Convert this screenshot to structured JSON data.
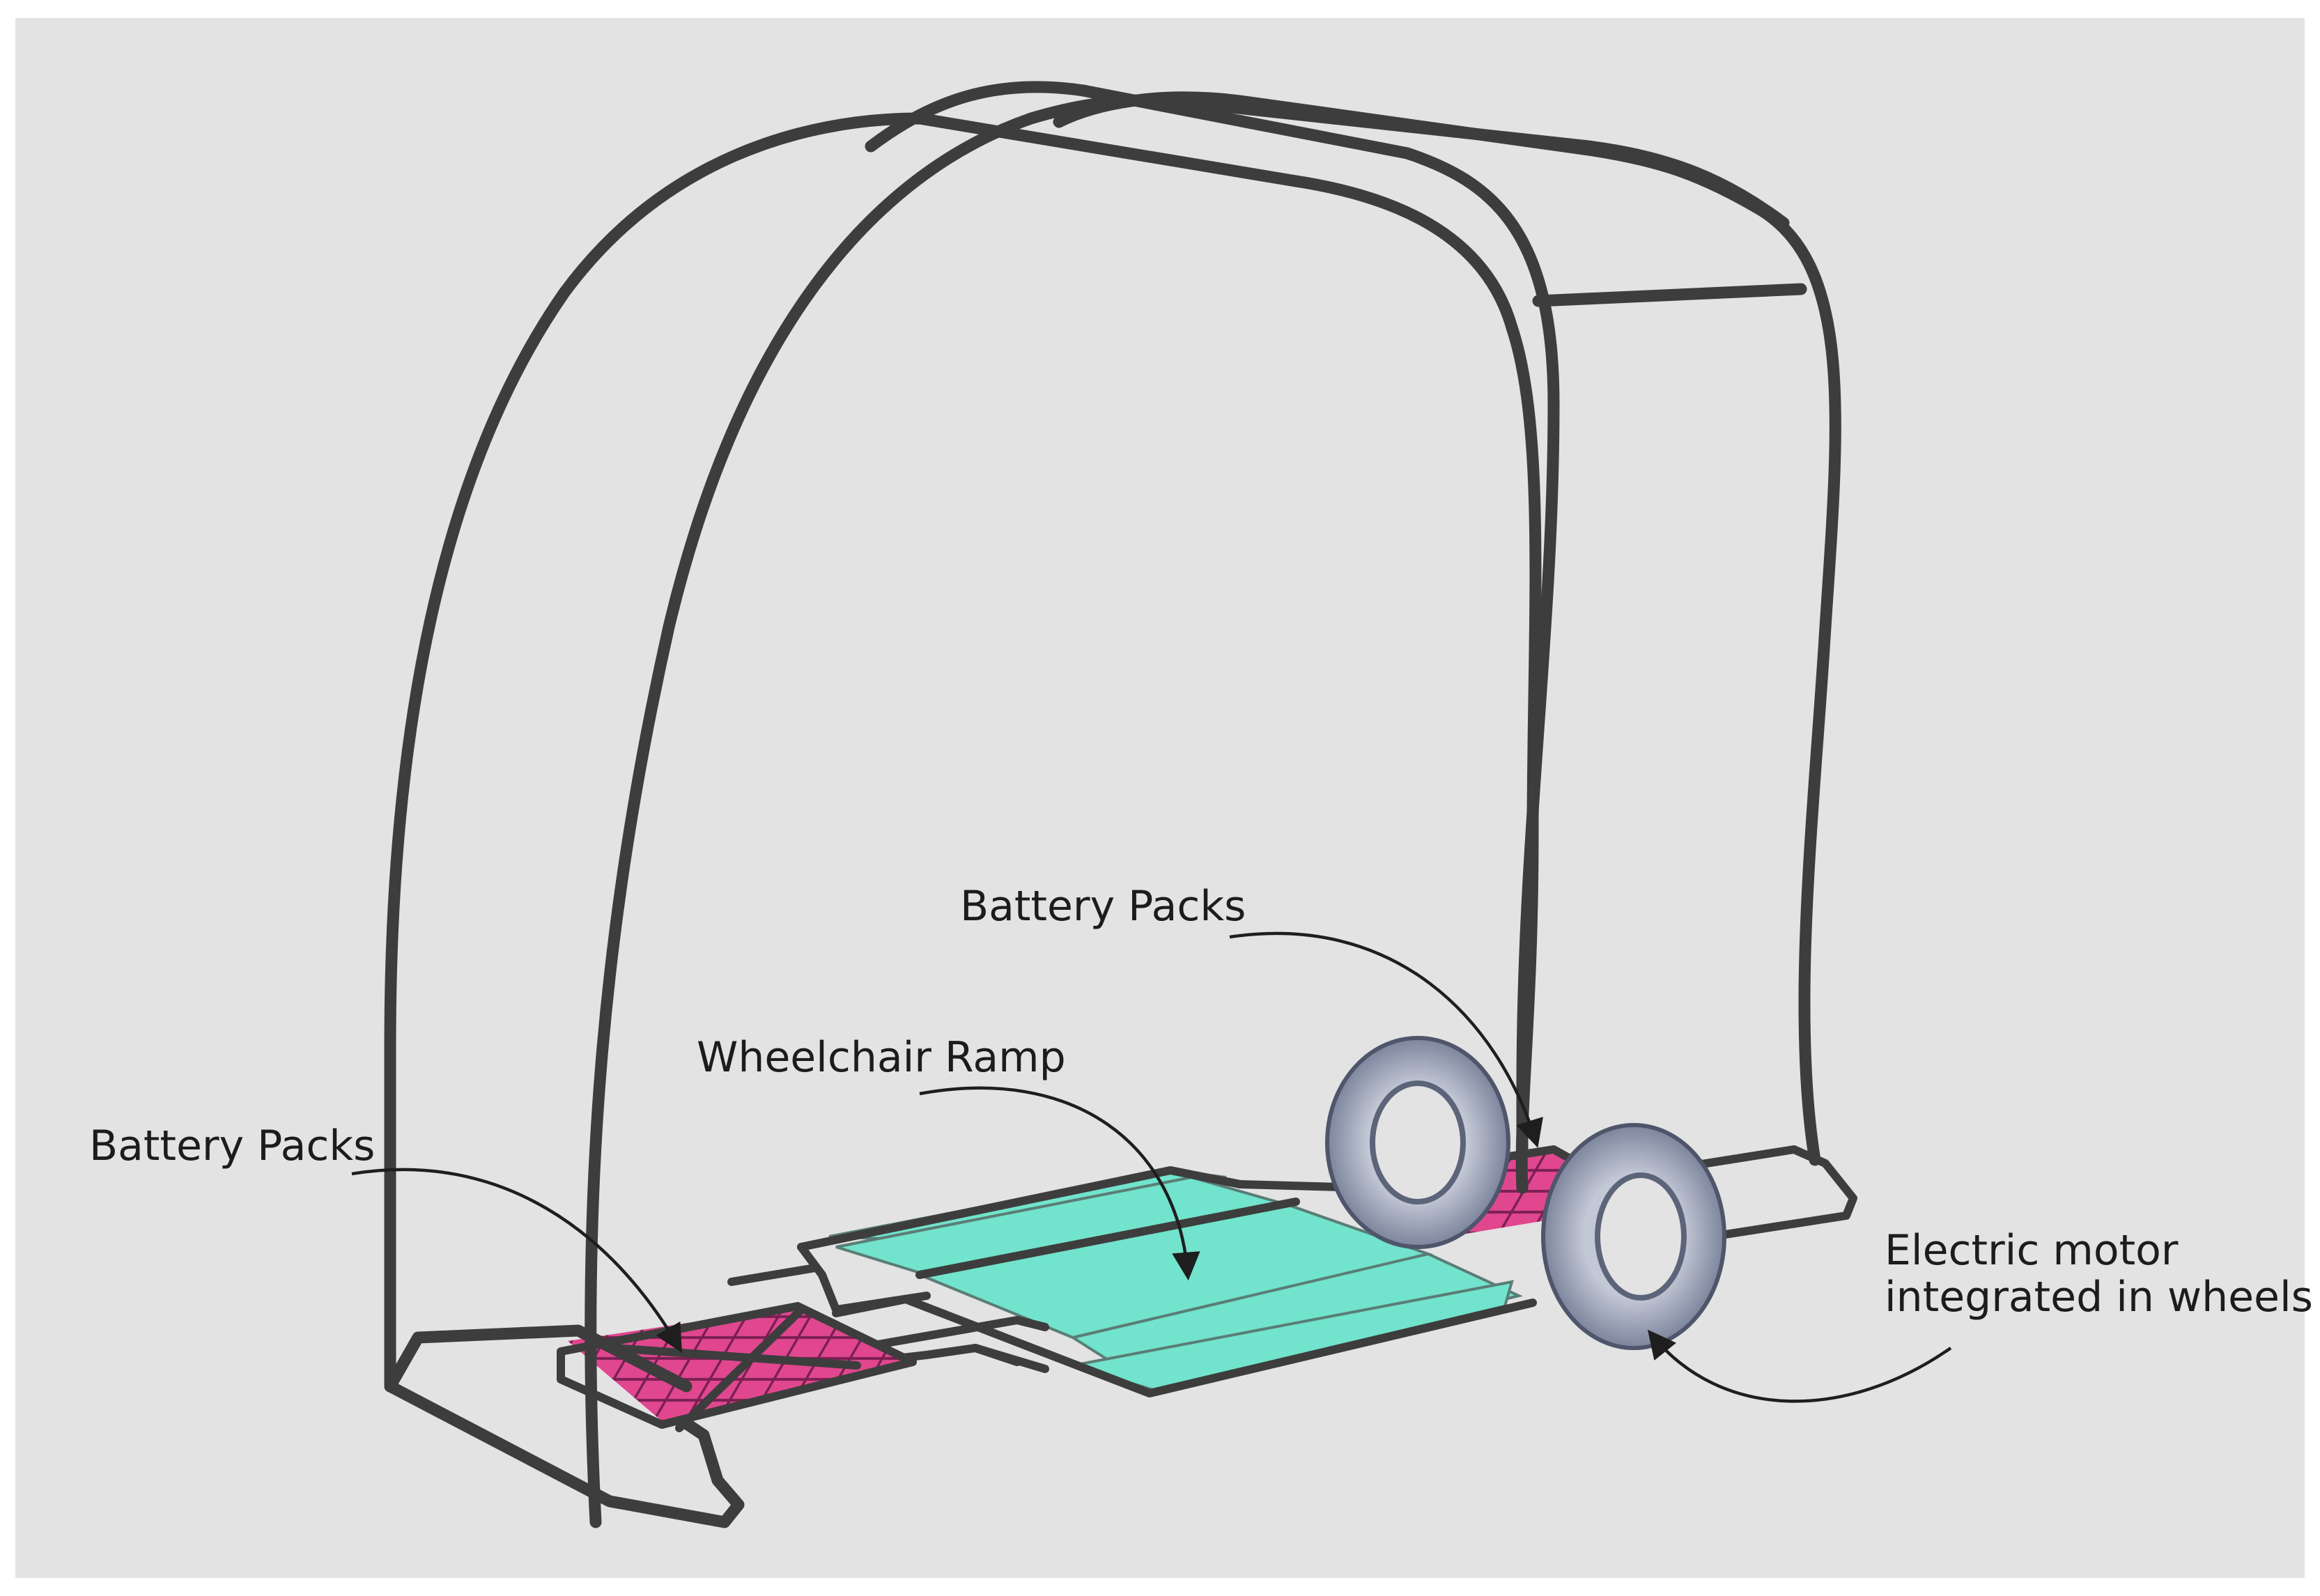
{
  "labels": {
    "battery_packs_left": "Battery Packs",
    "battery_packs_right": "Battery Packs",
    "wheelchair_ramp": "Wheelchair Ramp",
    "motor_line1": "Electric motor",
    "motor_line2": "integrated in wheels"
  },
  "colors": {
    "background": "#e3e3e3",
    "frame": "#3d3d3d",
    "ramp": "#72e3cc",
    "battery": "#e0478f",
    "wheel": "#9aa3b8"
  }
}
